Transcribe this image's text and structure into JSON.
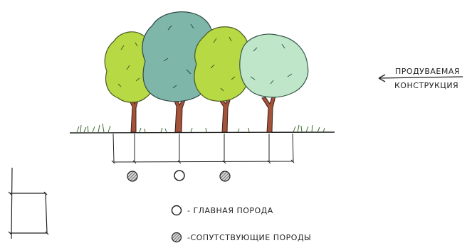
{
  "arrow_label": {
    "line1": "ПРОДУВАЕМАЯ",
    "line2": "КОНСТРУКЦИЯ"
  },
  "legend": {
    "main_species": "- ГЛАВНАЯ ПОРОДА",
    "companion_species": "-СОПУТСТВУЮЩИЕ ПОРОДЫ"
  },
  "colors": {
    "yellow_green": "#b6d944",
    "yellow_green_dark": "#8fb52c",
    "blue_green": "#7fb6aa",
    "blue_green_dark": "#5f978c",
    "light_green": "#bfe6c8",
    "light_green_dark": "#9fd1ad",
    "trunk": "#a4523a",
    "hatch": "#555555",
    "ink": "#222222"
  }
}
